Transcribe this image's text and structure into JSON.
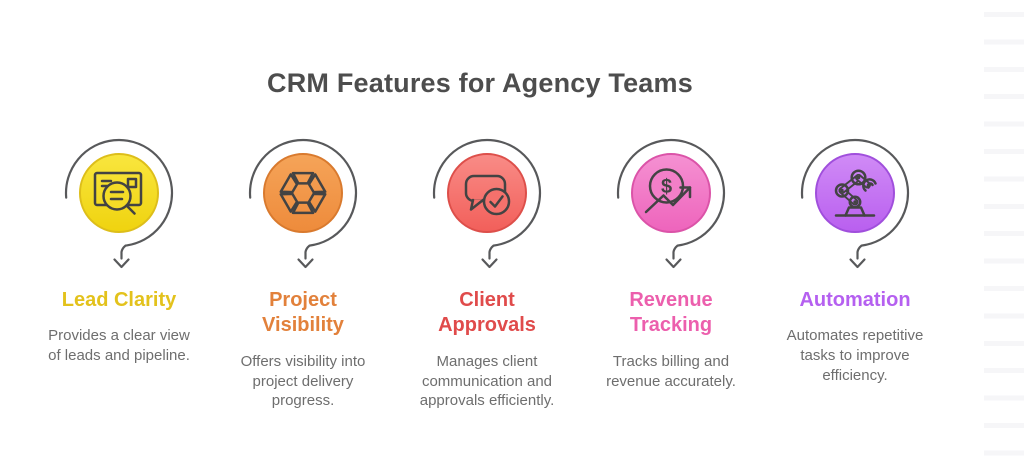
{
  "header": {
    "title": "CRM Features for Agency Teams"
  },
  "features": [
    {
      "title": "Lead Clarity",
      "description": "Provides a clear view of leads and pipeline.",
      "accent": "#E3C21C",
      "circle_top": "#F9E63E",
      "circle_bottom": "#EFD30F",
      "circle_rim": "#DDBE1A",
      "icon_mask_fill": "#F4DC27",
      "icon": "lead-search-card-icon"
    },
    {
      "title": "Project Visibility",
      "description": "Offers visibility into project delivery progress.",
      "accent": "#E2813B",
      "circle_top": "#F5A459",
      "circle_bottom": "#EE8B3B",
      "circle_rim": "#D97A2E",
      "icon": "hex-segments-icon"
    },
    {
      "title": "Client Approvals",
      "description": "Manages client communication and approvals efficiently.",
      "accent": "#E04B4B",
      "circle_top": "#F98C87",
      "circle_bottom": "#F25F5A",
      "circle_rim": "#DD4F4A",
      "icon_mask_fill": "#F5716C",
      "icon": "chat-approval-icon"
    },
    {
      "title": "Revenue Tracking",
      "description": "Tracks billing and revenue accurately.",
      "accent": "#EC5FAD",
      "circle_top": "#F591D2",
      "circle_bottom": "#EE64BC",
      "circle_rim": "#DB53A8",
      "icon_mask_fill": "#F27FC8",
      "icon_glyph": "$",
      "icon": "dollar-trend-icon"
    },
    {
      "title": "Automation",
      "description": "Automates repetitive tasks to improve efficiency.",
      "accent": "#B560F0",
      "circle_top": "#D08BF6",
      "circle_bottom": "#B95FEF",
      "circle_rim": "#A04FDC",
      "icon_mask_fill": "#C577F3",
      "icon": "robot-arm-icon"
    }
  ],
  "decor": {
    "ruling_color": "#F6F6F8",
    "loop_arrow_color": "#58595B",
    "icon_stroke": "#434343",
    "heading_color": "#4D4D4D",
    "description_color": "#6E6E6E"
  }
}
